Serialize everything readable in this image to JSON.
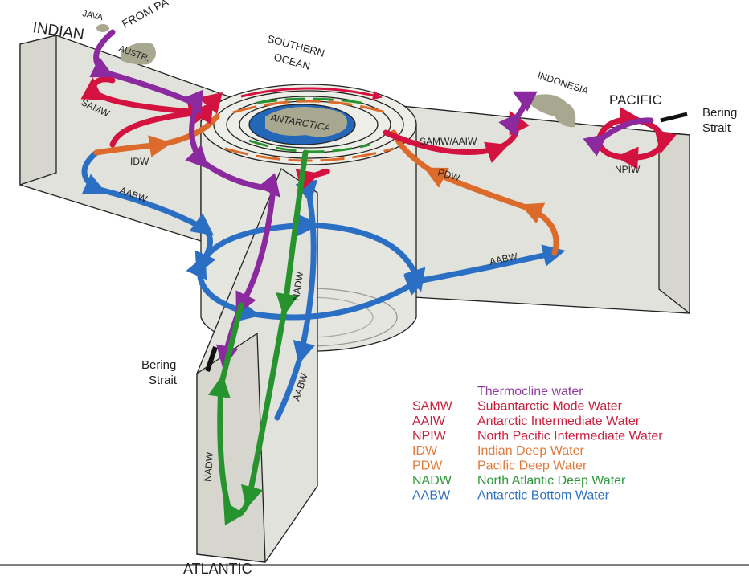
{
  "labels": {
    "indian": "INDIAN",
    "java": "JAVA",
    "from_pacific": "FROM PA",
    "austr": "AUSTR.",
    "southern": "SOUTHERN",
    "ocean": "OCEAN",
    "antarctica": "ANTARCTICA",
    "indonesia": "INDONESIA",
    "pacific": "PACIFIC",
    "bering_right_1": "Bering",
    "bering_right_2": "Strait",
    "bering_left_1": "Bering",
    "bering_left_2": "Strait",
    "atlantic": "ATLANTIC",
    "samw": "SAMW",
    "idw": "IDW",
    "aabw_indian": "AABW",
    "samw_aaiw": "SAMW/AAIW",
    "pdw": "PDW",
    "npiw": "NPIW",
    "aabw_pacific": "AABW",
    "nadw_center": "NADW",
    "aabw_atlantic": "AABW",
    "nadw_atlantic": "NADW"
  },
  "legend": [
    {
      "abbr": "",
      "name": "Thermocline water",
      "color": "#8e3fa0"
    },
    {
      "abbr": "SAMW",
      "name": "Subantarctic Mode Water",
      "color": "#c8213f"
    },
    {
      "abbr": "AAIW",
      "name": "Antarctic Intermediate Water",
      "color": "#c8213f"
    },
    {
      "abbr": "NPIW",
      "name": "North Pacific Intermediate Water",
      "color": "#c8213f"
    },
    {
      "abbr": "IDW",
      "name": "Indian Deep Water",
      "color": "#e07a3a"
    },
    {
      "abbr": "PDW",
      "name": "Pacific Deep Water",
      "color": "#e07a3a"
    },
    {
      "abbr": "NADW",
      "name": "North Atlantic Deep Water",
      "color": "#2e9a3c"
    },
    {
      "abbr": "AABW",
      "name": "Antarctic Bottom Water",
      "color": "#2f72c0"
    }
  ],
  "colors": {
    "thermocline": "#8b2a9e",
    "intermediate": "#d4123f",
    "deep": "#dc6a2a",
    "nadw": "#27932f",
    "aabw": "#2a6fc4",
    "box": "#e2e2dc",
    "land": "#a8a890",
    "antarctica_sea": "#2466b8"
  }
}
